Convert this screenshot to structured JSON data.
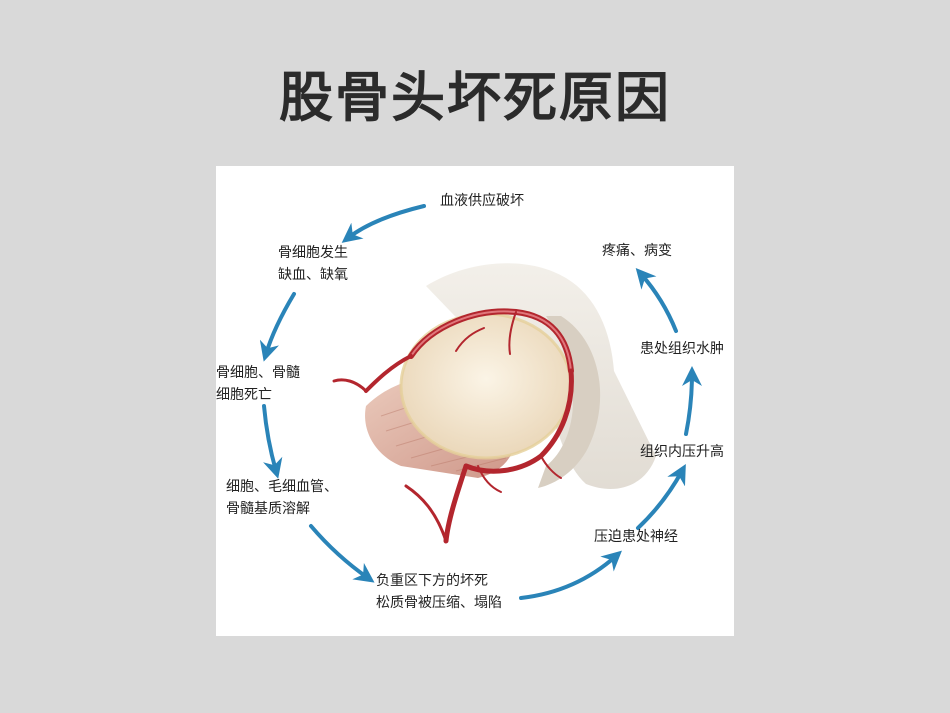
{
  "slide": {
    "title": "股骨头坏死原因"
  },
  "colors": {
    "background": "#d9d9d9",
    "title": "#2b2b2b",
    "arrow": "#2a84b8",
    "vessel": "#b3262e",
    "bone": "#efe1c9",
    "marrow": "#c98b7c"
  },
  "cycle": {
    "steps": [
      {
        "lines": [
          "血液供应破坏"
        ]
      },
      {
        "lines": [
          "骨细胞发生",
          "缺血、缺氧"
        ]
      },
      {
        "lines": [
          "骨细胞、骨髓",
          "细胞死亡"
        ]
      },
      {
        "lines": [
          "细胞、毛细血管、",
          "骨髓基质溶解"
        ]
      },
      {
        "lines": [
          "负重区下方的坏死",
          "松质骨被压缩、塌陷"
        ]
      },
      {
        "lines": [
          "压迫患处神经"
        ]
      },
      {
        "lines": [
          "组织内压升高"
        ]
      },
      {
        "lines": [
          "患处组织水肿"
        ]
      },
      {
        "lines": [
          "疼痛、病变"
        ]
      }
    ]
  }
}
